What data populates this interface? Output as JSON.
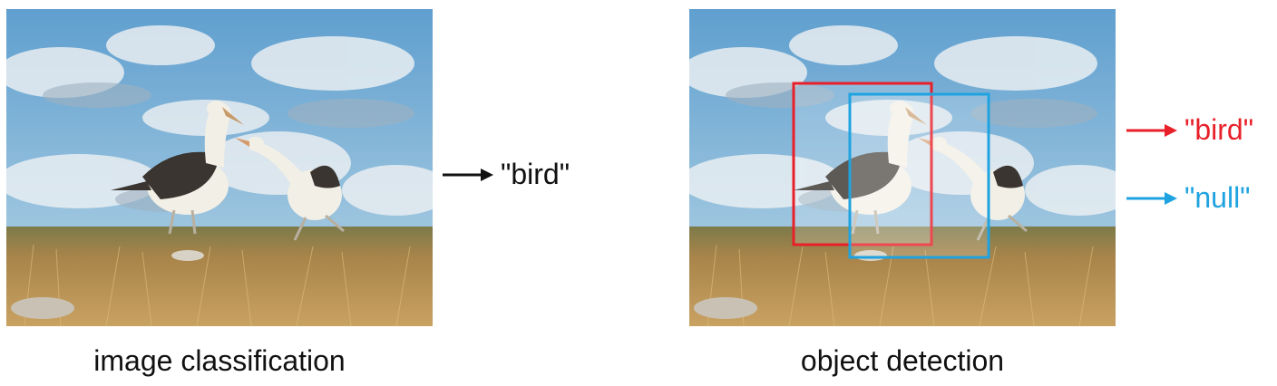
{
  "panels": {
    "classification": {
      "caption": "image classification",
      "outputs": [
        {
          "label": "\"bird\"",
          "color": "#111111"
        }
      ]
    },
    "detection": {
      "caption": "object detection",
      "outputs": [
        {
          "label": "\"bird\"",
          "color": "#e8202a"
        },
        {
          "label": "\"null\"",
          "color": "#1fa3e0"
        }
      ]
    }
  },
  "colors": {
    "sky": "#7fb6d8",
    "grass": "#a8844a",
    "red_box": "#e8202a",
    "blue_box": "#1fa3e0"
  }
}
